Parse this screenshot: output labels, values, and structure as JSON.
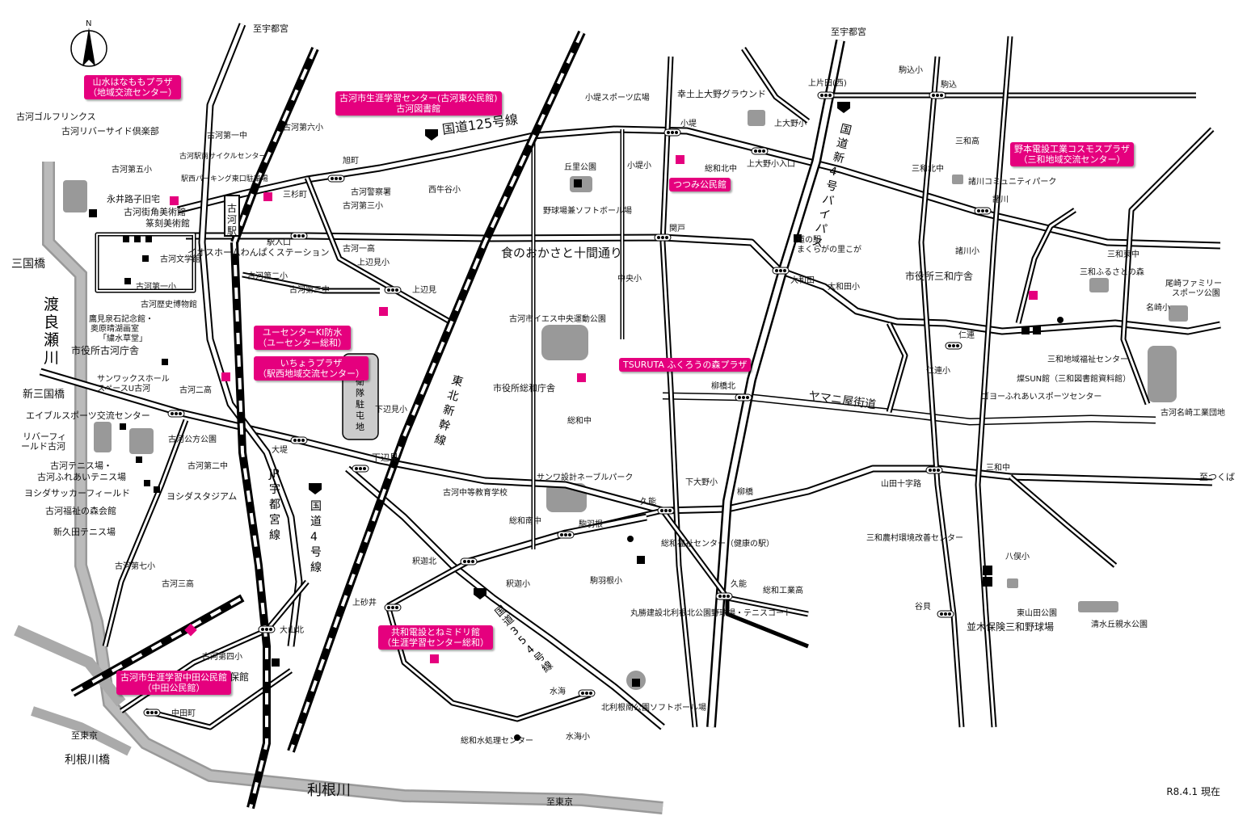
{
  "map": {
    "version": "R8.4.1 現在",
    "compass": "N",
    "directions": {
      "to_utsunomiya_w": "至宇都宮",
      "to_utsunomiya_e": "至宇都宮",
      "to_tokyo_w": "至東京",
      "to_tokyo_s": "至東京",
      "to_tsukuba": "至つくば"
    },
    "rivers": {
      "watarase": "渡良瀬川",
      "tone": "利根川"
    },
    "bridges": {
      "sankoku": "三国橋",
      "shin_sankoku": "新三国橋",
      "tonegawa": "利根川橋"
    },
    "routes": {
      "r125": "国道125号線",
      "r4": "国道4号線",
      "r354": "国道354号線",
      "bypass": "国道新4号バイパス",
      "shinkansen": "東北新幹線",
      "jr": "JR宇都宮線",
      "shoku": "食のおかさと十間通り",
      "yamani": "ヤマニ屋街道"
    },
    "facilities_pink": [
      {
        "id": "sansui",
        "lines": [
          "山水はなももプラザ",
          "（地域交流センター）"
        ]
      },
      {
        "id": "kogahigashi",
        "lines": [
          "古河市生涯学習センター(古河東公民館)",
          "古河図書館"
        ]
      },
      {
        "id": "tsutsumi",
        "lines": [
          "つつみ公民館"
        ]
      },
      {
        "id": "nomoto",
        "lines": [
          "野本電設工業コスモスプラザ",
          "（三和地域交流センター）"
        ]
      },
      {
        "id": "ucenter",
        "lines": [
          "ユーセンターKI防水",
          "（ユーセンター総和）"
        ]
      },
      {
        "id": "icho",
        "lines": [
          "いちょうプラザ",
          "（駅西地域交流センター）"
        ]
      },
      {
        "id": "tsuruta",
        "lines": [
          "TSURUTA ふくろうの森プラザ"
        ]
      },
      {
        "id": "kyowa",
        "lines": [
          "共和電設とねミドリ館",
          "（生涯学習センター総和）"
        ]
      },
      {
        "id": "nakada",
        "lines": [
          "古河市生涯学習中田公民館",
          "（中田公民館）"
        ]
      }
    ],
    "labels": {
      "golf": "古河ゴルフリンクス",
      "riverside": "古河リバーサイド倶楽部",
      "koga5sho": "古河第五小",
      "nagai": "永井路子旧宅",
      "machikado": "古河街角美術館",
      "tenkoku": "篆刻美術館",
      "bungakukan": "古河文学館",
      "dai1sho": "古河第一小",
      "rekishi": "古河歴史博物館",
      "takami": "鷹見泉石記念館・",
      "okumura": "奥原晴湖画室",
      "suiso": "「繍水草堂」",
      "shiyakusho_koga": "市役所古河庁舎",
      "sunworks1": "サンワックスホール",
      "sunworks2": "スペースU古河",
      "able": "エイブルスポーツ交流センター",
      "riverfield1": "リバーフィ",
      "riverfield2": "ールド古河",
      "kokata": "古河公方公園",
      "tennis1": "古河テニス場・",
      "tennis2": "古河ふれあいテニス場",
      "yonedasoccer": "ヨシダサッカーフィールド",
      "yonedastadium": "ヨシダスタジアム",
      "fukushinomori": "古河福祉の森会館",
      "shinkyuda": "新久田テニス場",
      "koga7sho": "古河第七小",
      "kogasanko": "古河三高",
      "daiyoncho": "古河第四小",
      "ryohokan": "隣保館",
      "nakadamachi": "中田町",
      "oyamakita": "大山北",
      "daiichichu": "古河第一中",
      "dai6sho": "古河第六小",
      "ekiminami": "古河駅南サイクルセンター",
      "parking": "駅西パーキング東口駐車場",
      "mitsusugi": "三杉町",
      "keisatsu": "古河警察署",
      "daisansho": "古河第三小",
      "asahimachi": "旭町",
      "ekiiriguchi": "駅入口",
      "ios": "イオスホームわんぱくステーション",
      "koga1ko": "古河一高",
      "kamibenmi_sho": "上辺見小",
      "dai2sho": "古河第二小",
      "dai3chu": "古河第三中",
      "kamibenmi": "上辺見",
      "koga2ko": "古河二高",
      "dai2chu": "古河第二中",
      "ohtsutsumi": "大堤",
      "shimobenmi": "下辺見",
      "shimobenmisho": "下辺見小",
      "jieitai": "自衛隊駐屯地",
      "nishiushigaya": "西牛谷小",
      "okasato": "丘里公園",
      "yakyujo": "野球場兼ソフトボール場",
      "kotsutsumi_sports": "小堤スポーツ広場",
      "kotsutsumi": "小堤",
      "kotsutsumisho": "小堤小",
      "sekido": "関戸",
      "chuosho": "中央小",
      "sougoukita": "総和北中",
      "koshi_ue": "幸土上大野グラウンド",
      "kamiono_sho": "上大野小",
      "kamiono_iriguchi": "上大野小入口",
      "michinoeki1": "道の駅",
      "michinoeki2": "まくらがの里こが",
      "owada": "大和田",
      "owadasho": "大和田小",
      "ies": "古河市イエス中央運動公園",
      "shiyakusho_sowa": "市役所総和庁舎",
      "sowachu": "総和中",
      "yanagibashikita": "柳橋北",
      "chutou": "古河中等教育学校",
      "sunwa_park": "サンワ設計ネーブルパーク",
      "shimoono_sho": "下大野小",
      "yanagibashi": "柳橋",
      "kuno": "久能",
      "sowaminami": "総和南中",
      "komabane": "駒羽根",
      "komabane_sho": "駒羽根小",
      "sowa_fukushi": "総和福祉センター（健康の駅）",
      "shakuhami": "釈迦北",
      "shakasho": "釈迦小",
      "kamisago": "上砂井",
      "marukatsu": "丸勝建設北利根北公園野球場・テニスコート",
      "kuno2": "久能",
      "sowakogyo": "総和工業高",
      "kitatone": "北利根南公園ソフトボール場",
      "mizumi": "水海",
      "mizumisho": "水海小",
      "sowamizu": "総和水処理センター",
      "kamikatada": "上片田(西)",
      "komagome_sho": "駒込小",
      "komagome": "駒込",
      "sanwakou": "三和高",
      "sanwakitachu": "三和北中",
      "morokawa_comm": "諸川コミュニティパーク",
      "morokawa": "諸川",
      "morokawasho": "諸川小",
      "shiyakusho_sanwa": "市役所三和庁舎",
      "sanwa_higashi": "三和東中",
      "furusato": "三和ふるさとの森",
      "ozaki1": "尾崎ファミリー",
      "ozaki2": "スポーツ公園",
      "ozakisho": "名崎小",
      "niren": "仁連",
      "nirensho": "仁連小",
      "sanwa_fukushi": "三和地域福祉センター",
      "sun": "燦SUN館（三和図書館資料館）",
      "goyo": "ゴヨーふれあいスポーツセンター",
      "meisakikogyo": "古河名崎工業団地",
      "sanwachu": "三和中",
      "yamada": "山田十字路",
      "noson": "三和農村環境改善センター",
      "happo": "八俣小",
      "higashiyamada": "東山田公園",
      "tanigai": "谷貝",
      "namiki": "並木保険三和野球場",
      "kiyomizu": "清水丘親水公園"
    }
  }
}
